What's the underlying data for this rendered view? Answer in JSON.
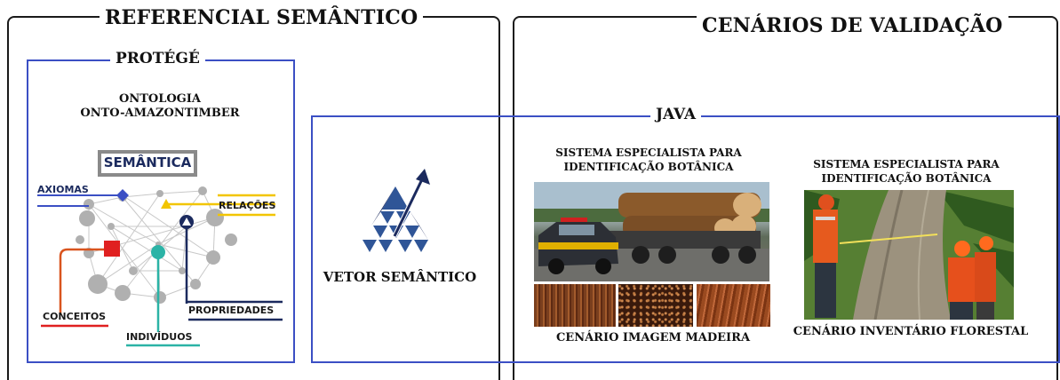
{
  "panels": {
    "left_title": "REFERENCIAL SEMÂNTICO",
    "right_title": "CENÁRIOS DE VALIDAÇÃO",
    "protege_title": "PROTÉGÉ",
    "java_title": "JAVA"
  },
  "ontology": {
    "line1": "ONTOLOGIA",
    "line2": "ONTO-AMAZONTIMBER",
    "semantica": "SEMÂNTICA",
    "labels": {
      "axiomas": "AXIOMAS",
      "relacoes": "RELAÇÕES",
      "conceitos": "CONCEITOS",
      "individuos": "INDIVÍDUOS",
      "propriedades": "PROPRIEDADES"
    },
    "colors": {
      "axiomas": "#3b4fc4",
      "relacoes": "#f2c500",
      "conceitos": "#e02020",
      "individuos": "#2bb3a6",
      "propriedades": "#1b2a5e",
      "conceitos_line": "#d9541e"
    }
  },
  "vector": {
    "label": "VETOR SEMÂNTICO"
  },
  "scenarios": {
    "system_title_1": "SISTEMA ESPECIALISTA PARA",
    "system_title_2": "IDENTIFICAÇÃO BOTÂNICA",
    "caption_wood": "CENÁRIO IMAGEM MADEIRA",
    "caption_forest": "CENÁRIO INVENTÁRIO FLORESTAL"
  }
}
